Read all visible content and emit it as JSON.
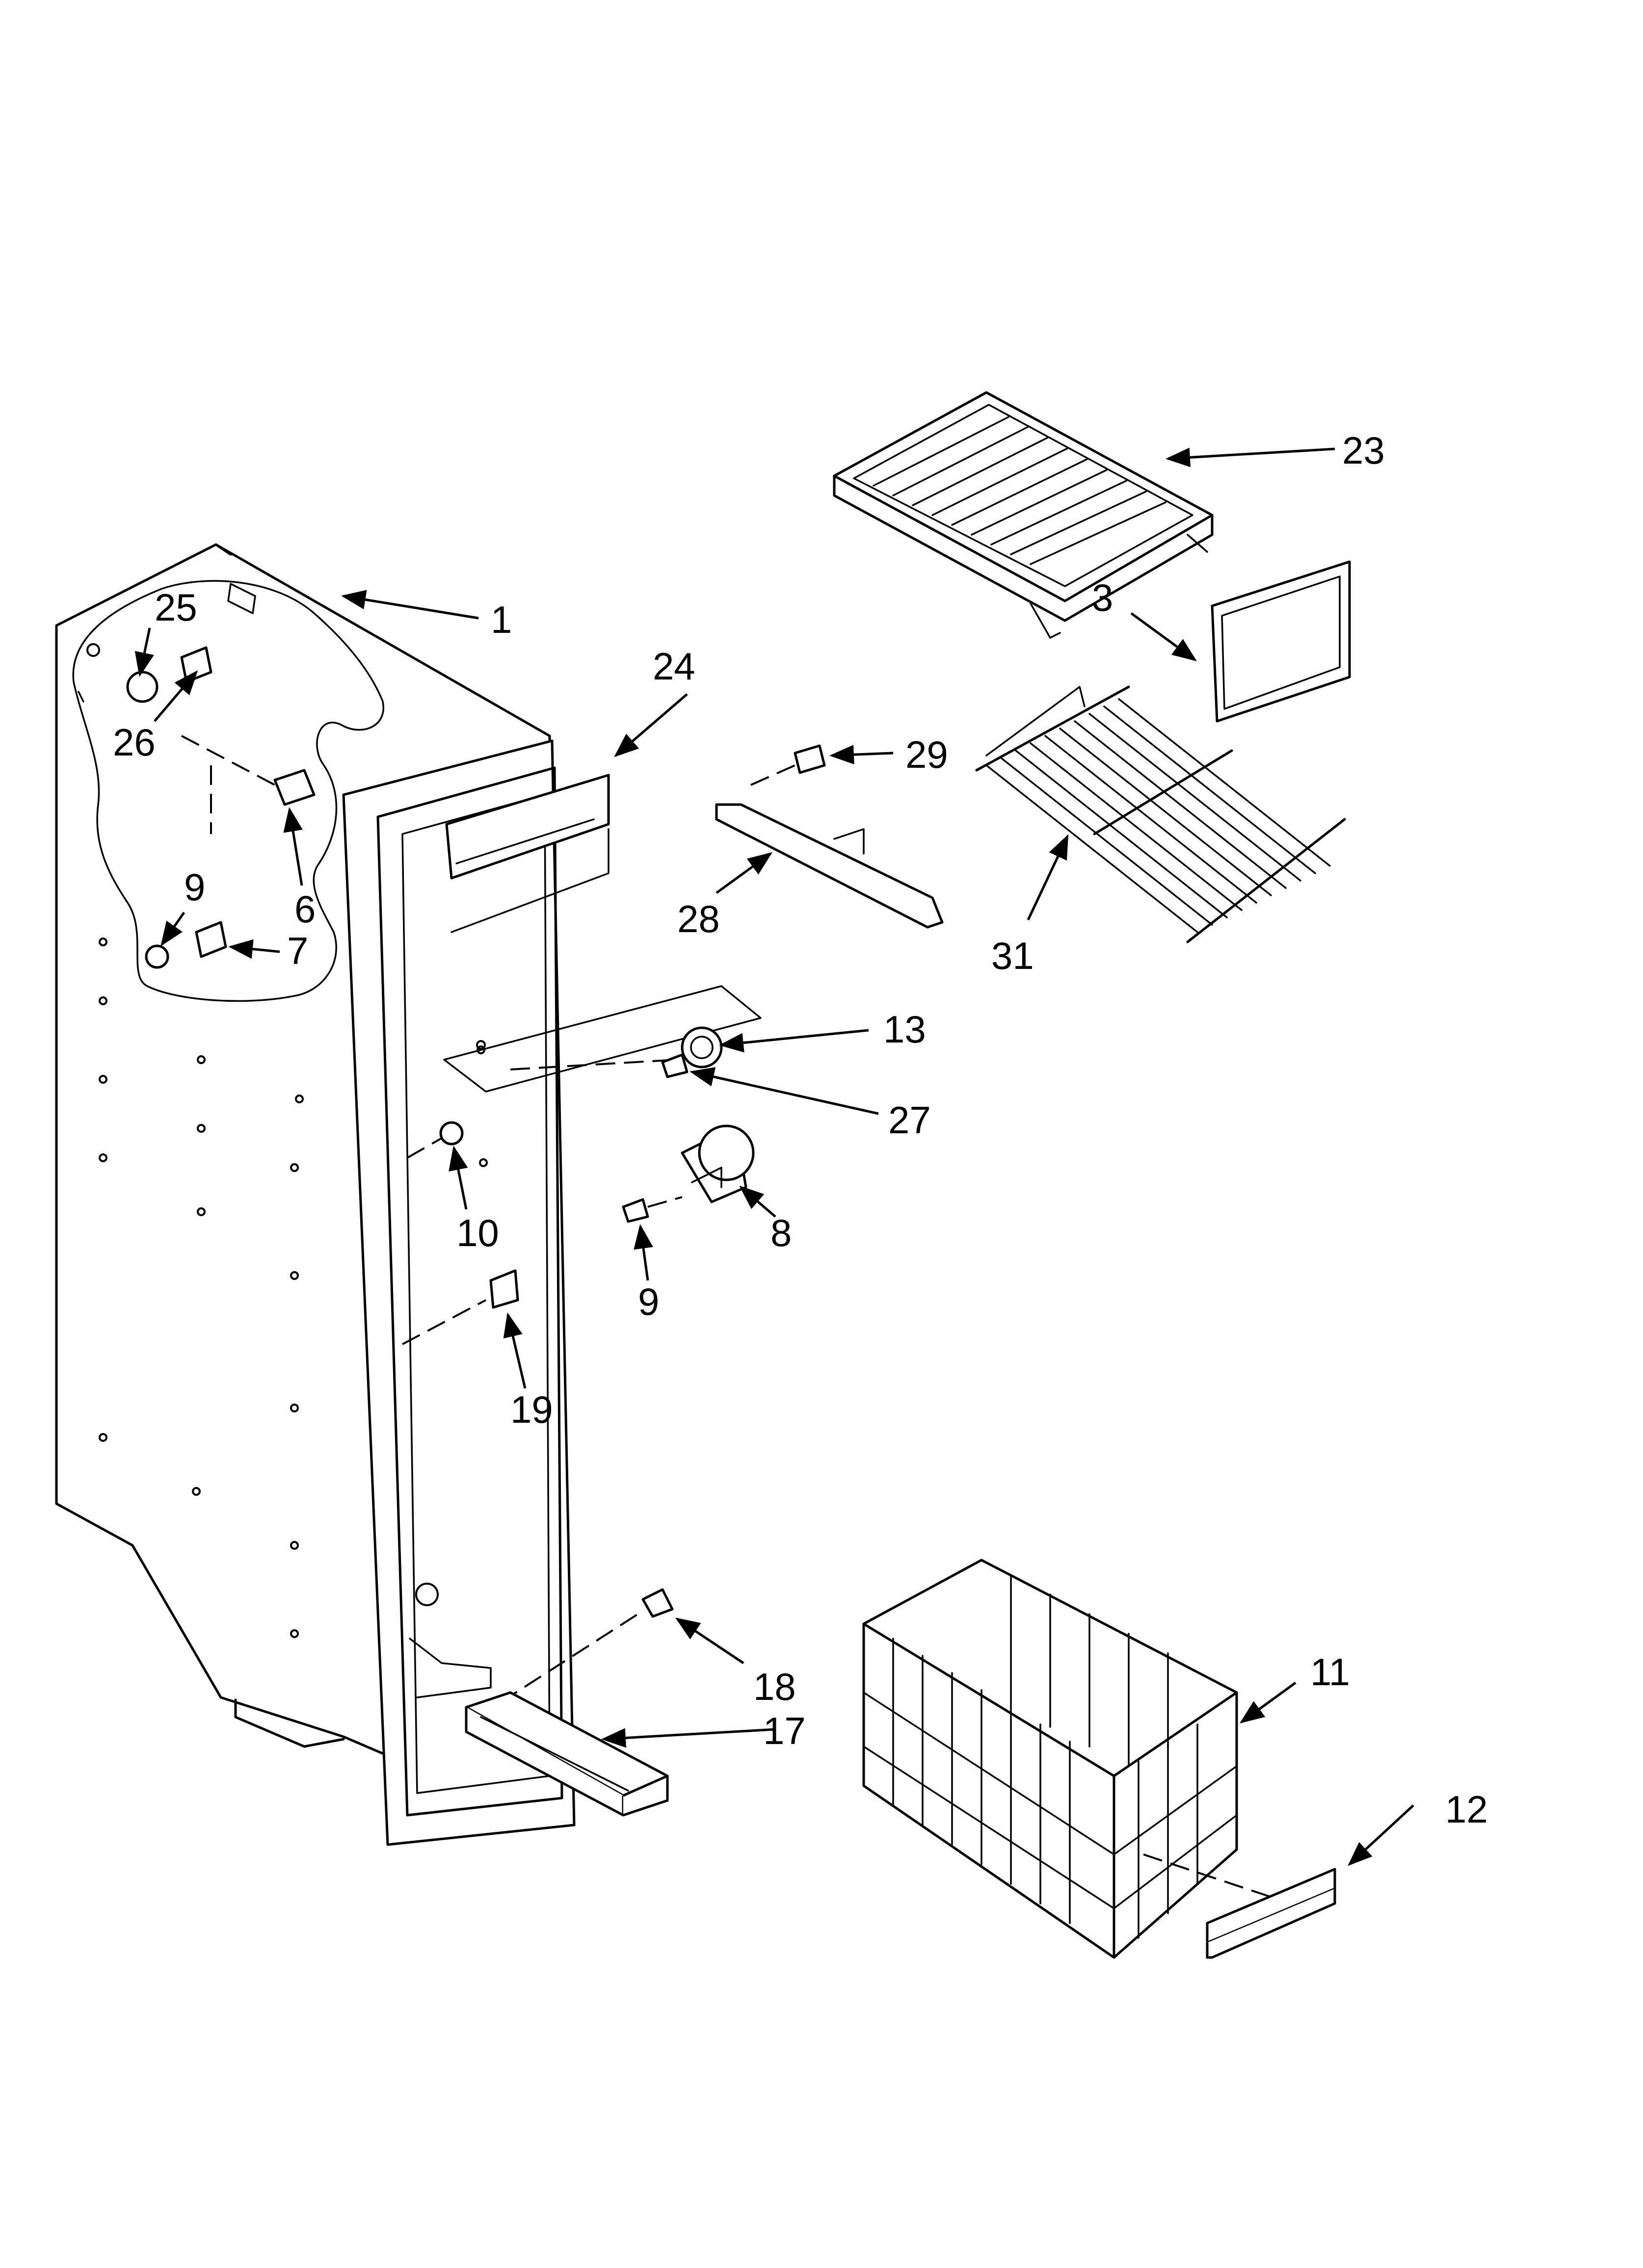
{
  "callouts": [
    {
      "id": "c1",
      "label": "1"
    },
    {
      "id": "c3",
      "label": "3"
    },
    {
      "id": "c6",
      "label": "6"
    },
    {
      "id": "c7",
      "label": "7"
    },
    {
      "id": "c8",
      "label": "8"
    },
    {
      "id": "c9a",
      "label": "9"
    },
    {
      "id": "c9b",
      "label": "9"
    },
    {
      "id": "c10",
      "label": "10"
    },
    {
      "id": "c11",
      "label": "11"
    },
    {
      "id": "c12",
      "label": "12"
    },
    {
      "id": "c13",
      "label": "13"
    },
    {
      "id": "c17",
      "label": "17"
    },
    {
      "id": "c18",
      "label": "18"
    },
    {
      "id": "c19",
      "label": "19"
    },
    {
      "id": "c23",
      "label": "23"
    },
    {
      "id": "c24",
      "label": "24"
    },
    {
      "id": "c25",
      "label": "25"
    },
    {
      "id": "c26",
      "label": "26"
    },
    {
      "id": "c27",
      "label": "27"
    },
    {
      "id": "c28",
      "label": "28"
    },
    {
      "id": "c29",
      "label": "29"
    },
    {
      "id": "c31",
      "label": "31"
    }
  ]
}
